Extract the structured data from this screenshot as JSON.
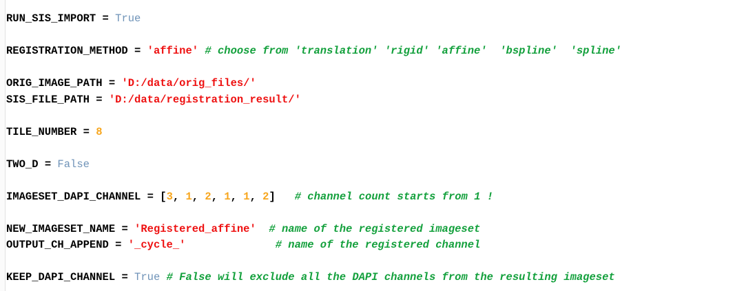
{
  "editor": {
    "background_color": "#ffffff",
    "gutter_color": "#fbfbfb",
    "language": "python"
  },
  "colors": {
    "identifier": "#000000",
    "operator": "#000000",
    "keyword": "#6f93b8",
    "string": "#ee1111",
    "number": "#f7a61e",
    "comment": "#13a03c"
  },
  "code": {
    "lines": [
      {
        "index": 1,
        "blank": false,
        "text": "RUN_SIS_IMPORT = True",
        "tokens": [
          {
            "type": "name",
            "text": "RUN_SIS_IMPORT"
          },
          {
            "type": "op",
            "text": " = "
          },
          {
            "type": "kw",
            "text": "True"
          }
        ]
      },
      {
        "index": 2,
        "blank": true,
        "text": "",
        "tokens": []
      },
      {
        "index": 3,
        "blank": false,
        "text": "REGISTRATION_METHOD = 'affine' # choose from 'translation' 'rigid' 'affine'  'bspline'  'spline'",
        "tokens": [
          {
            "type": "name",
            "text": "REGISTRATION_METHOD"
          },
          {
            "type": "op",
            "text": " = "
          },
          {
            "type": "str",
            "text": "'affine'"
          },
          {
            "type": "op",
            "text": " "
          },
          {
            "type": "comment",
            "text": "# choose from 'translation' 'rigid' 'affine'  'bspline'  'spline'"
          }
        ]
      },
      {
        "index": 4,
        "blank": true,
        "text": "",
        "tokens": []
      },
      {
        "index": 5,
        "blank": false,
        "text": "ORIG_IMAGE_PATH = 'D:/data/orig_files/'",
        "tokens": [
          {
            "type": "name",
            "text": "ORIG_IMAGE_PATH"
          },
          {
            "type": "op",
            "text": " = "
          },
          {
            "type": "str",
            "text": "'D:/data/orig_files/'"
          }
        ]
      },
      {
        "index": 6,
        "blank": false,
        "text": "SIS_FILE_PATH = 'D:/data/registration_result/'",
        "tokens": [
          {
            "type": "name",
            "text": "SIS_FILE_PATH"
          },
          {
            "type": "op",
            "text": " = "
          },
          {
            "type": "str",
            "text": "'D:/data/registration_result/'"
          }
        ]
      },
      {
        "index": 7,
        "blank": true,
        "text": "",
        "tokens": []
      },
      {
        "index": 8,
        "blank": false,
        "text": "TILE_NUMBER = 8",
        "tokens": [
          {
            "type": "name",
            "text": "TILE_NUMBER"
          },
          {
            "type": "op",
            "text": " = "
          },
          {
            "type": "num",
            "text": "8"
          }
        ]
      },
      {
        "index": 9,
        "blank": true,
        "text": "",
        "tokens": []
      },
      {
        "index": 10,
        "blank": false,
        "text": "TWO_D = False",
        "tokens": [
          {
            "type": "name",
            "text": "TWO_D"
          },
          {
            "type": "op",
            "text": " = "
          },
          {
            "type": "kw",
            "text": "False"
          }
        ]
      },
      {
        "index": 11,
        "blank": true,
        "text": "",
        "tokens": []
      },
      {
        "index": 12,
        "blank": false,
        "text": "IMAGESET_DAPI_CHANNEL = [3, 1, 2, 1, 1, 2]   # channel count starts from 1 !",
        "tokens": [
          {
            "type": "name",
            "text": "IMAGESET_DAPI_CHANNEL"
          },
          {
            "type": "op",
            "text": " = "
          },
          {
            "type": "punct",
            "text": "["
          },
          {
            "type": "num",
            "text": "3"
          },
          {
            "type": "punct",
            "text": ", "
          },
          {
            "type": "num",
            "text": "1"
          },
          {
            "type": "punct",
            "text": ", "
          },
          {
            "type": "num",
            "text": "2"
          },
          {
            "type": "punct",
            "text": ", "
          },
          {
            "type": "num",
            "text": "1"
          },
          {
            "type": "punct",
            "text": ", "
          },
          {
            "type": "num",
            "text": "1"
          },
          {
            "type": "punct",
            "text": ", "
          },
          {
            "type": "num",
            "text": "2"
          },
          {
            "type": "punct",
            "text": "]"
          },
          {
            "type": "op",
            "text": "   "
          },
          {
            "type": "comment",
            "text": "# channel count starts from 1 !"
          }
        ]
      },
      {
        "index": 13,
        "blank": true,
        "text": "",
        "tokens": []
      },
      {
        "index": 14,
        "blank": false,
        "text": "NEW_IMAGESET_NAME = 'Registered_affine'  # name of the registered imageset",
        "tokens": [
          {
            "type": "name",
            "text": "NEW_IMAGESET_NAME"
          },
          {
            "type": "op",
            "text": " = "
          },
          {
            "type": "str",
            "text": "'Registered_affine'"
          },
          {
            "type": "op",
            "text": "  "
          },
          {
            "type": "comment",
            "text": "# name of the registered imageset"
          }
        ]
      },
      {
        "index": 15,
        "blank": false,
        "text": "OUTPUT_CH_APPEND = '_cycle_'              # name of the registered channel",
        "tokens": [
          {
            "type": "name",
            "text": "OUTPUT_CH_APPEND"
          },
          {
            "type": "op",
            "text": " = "
          },
          {
            "type": "str",
            "text": "'_cycle_'"
          },
          {
            "type": "op",
            "text": "              "
          },
          {
            "type": "comment",
            "text": "# name of the registered channel"
          }
        ]
      },
      {
        "index": 16,
        "blank": true,
        "text": "",
        "tokens": []
      },
      {
        "index": 17,
        "blank": false,
        "text": "KEEP_DAPI_CHANNEL = True # False will exclude all the DAPI channels from the resulting imageset",
        "tokens": [
          {
            "type": "name",
            "text": "KEEP_DAPI_CHANNEL"
          },
          {
            "type": "op",
            "text": " = "
          },
          {
            "type": "kw",
            "text": "True"
          },
          {
            "type": "op",
            "text": " "
          },
          {
            "type": "comment",
            "text": "# False will exclude all the DAPI channels from the resulting imageset"
          }
        ]
      }
    ]
  }
}
